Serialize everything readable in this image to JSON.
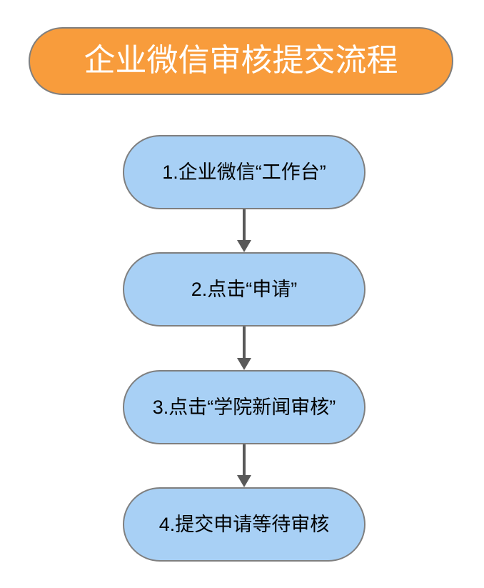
{
  "chart_data": {
    "type": "diagram",
    "diagram_type": "flowchart",
    "orientation": "vertical-top-to-bottom",
    "title": "企业微信审核提交流程",
    "nodes": [
      {
        "id": "1",
        "label": "1.企业微信“工作台”"
      },
      {
        "id": "2",
        "label": "2.点击“申请”"
      },
      {
        "id": "3",
        "label": "3.点击“学院新闻审核”"
      },
      {
        "id": "4",
        "label": "4.提交申请等待审核"
      }
    ],
    "edges": [
      {
        "from": "1",
        "to": "2",
        "style": "solid-arrow"
      },
      {
        "from": "2",
        "to": "3",
        "style": "solid-arrow"
      },
      {
        "from": "3",
        "to": "4",
        "style": "solid-arrow"
      }
    ]
  },
  "banner": {
    "title": "企业微信审核提交流程",
    "fill_color": "#F89C3C",
    "text_color": "#FFFFFF",
    "border_color": "#7F7F7F"
  },
  "nodes": [
    {
      "label": "1.企业微信“工作台”"
    },
    {
      "label": "2.点击“申请”"
    },
    {
      "label": "3.点击“学院新闻审核”"
    },
    {
      "label": "4.提交申请等待审核"
    }
  ],
  "style": {
    "node_fill": "#A8D0F5",
    "node_border": "#7F7F7F",
    "node_text": "#000000",
    "arrow_color": "#595959",
    "background": "#FFFFFF"
  }
}
